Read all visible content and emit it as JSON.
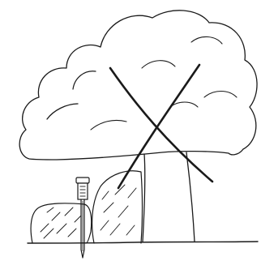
{
  "figure": {
    "kind": "line-illustration",
    "subject": "tree-with-cross-and-stake",
    "labels": []
  },
  "colors": {
    "background": "#ffffff",
    "ink": "#1a1a1a"
  },
  "icons": {
    "tree_canopy": "tree-canopy-outline",
    "cross_mark": "x-mark-icon",
    "stake": "garden-stake-icon",
    "shrub": "shrub-icon",
    "ground": "ground-line"
  }
}
